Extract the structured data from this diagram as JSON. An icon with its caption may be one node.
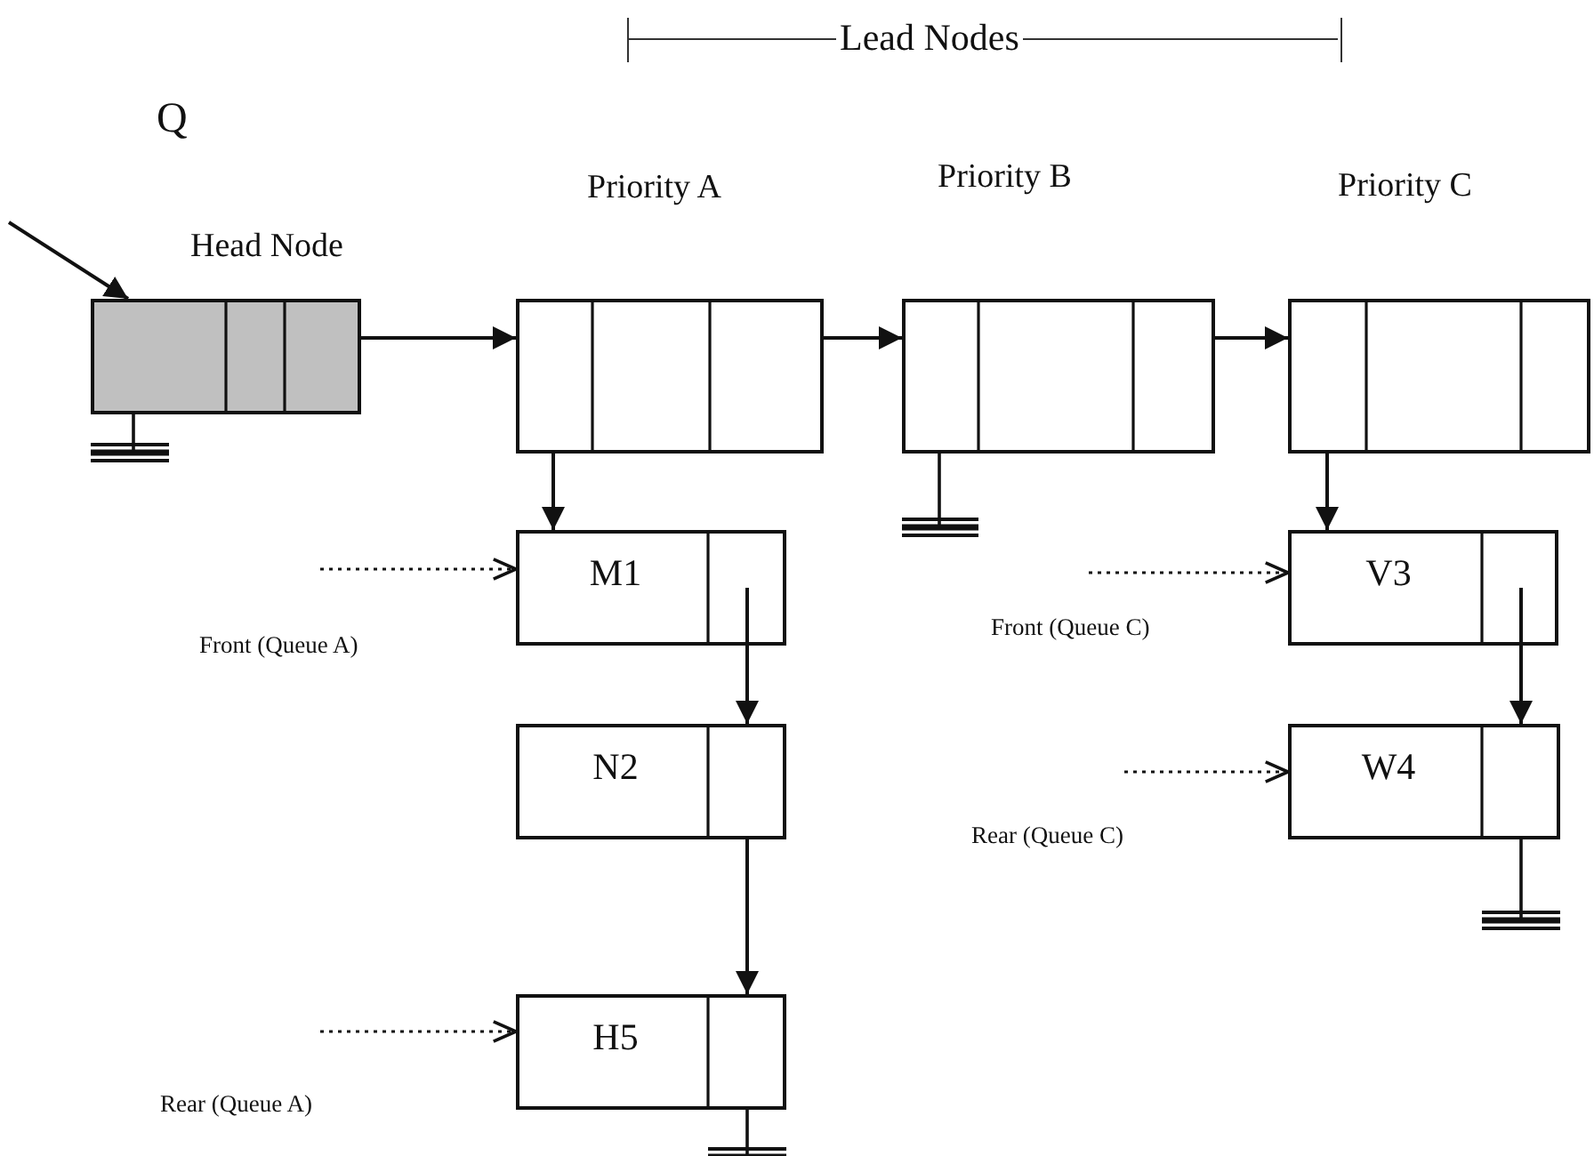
{
  "diagram": {
    "nodes": [
      {
        "text": [
          "Head Node"
        ]
      },
      {
        "text": [
          "Priority A"
        ]
      },
      {
        "text": [
          "Priority B"
        ]
      },
      {
        "text": [
          "Priority C"
        ]
      },
      {
        "text": [
          "M1"
        ]
      },
      {
        "text": [
          "N2"
        ]
      },
      {
        "text": [
          "H5"
        ]
      },
      {
        "text": [
          "V3"
        ]
      },
      {
        "text": [
          "W4"
        ]
      }
    ],
    "edges": [
      {
        "from": null,
        "to": 0,
        "arrow": "to",
        "label": "Q"
      },
      {
        "from": 0,
        "to": 1,
        "arrow": "to"
      },
      {
        "from": 1,
        "to": 2,
        "arrow": "to"
      },
      {
        "from": 2,
        "to": 3,
        "arrow": "to"
      },
      {
        "from": 1,
        "to": 4,
        "arrow": "to"
      },
      {
        "from": 3,
        "to": 7,
        "arrow": "to"
      },
      {
        "from": 4,
        "to": 5,
        "arrow": "to"
      },
      {
        "from": 5,
        "to": 6,
        "arrow": "to"
      },
      {
        "from": 7,
        "to": 8,
        "arrow": "to"
      },
      {
        "from": null,
        "to": 4,
        "arrow": "to",
        "style": "dashed",
        "label": "Front (Queue A)"
      },
      {
        "from": null,
        "to": 6,
        "arrow": "to",
        "style": "dashed",
        "label": "Rear (Queue A)"
      },
      {
        "from": null,
        "to": 7,
        "arrow": "to",
        "style": "dashed",
        "label": "Front (Queue C)"
      },
      {
        "from": null,
        "to": 8,
        "arrow": "to",
        "style": "dashed",
        "label": "Rear (Queue C)"
      }
    ],
    "labels": [
      "Lead Nodes"
    ]
  }
}
